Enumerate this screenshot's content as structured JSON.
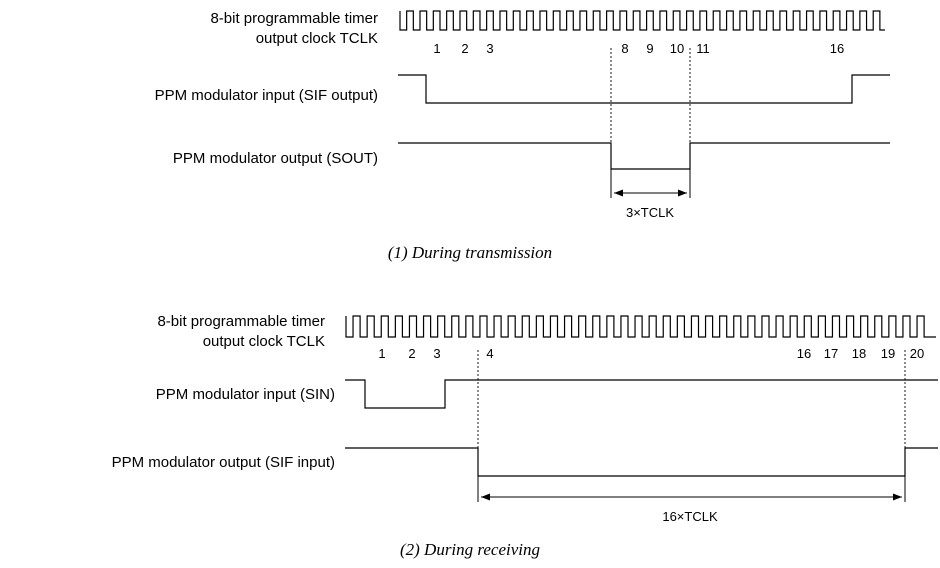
{
  "transmission": {
    "clock_label_1": "8-bit programmable timer",
    "clock_label_2": "output clock TCLK",
    "input_label": "PPM modulator input (SIF output)",
    "output_label": "PPM modulator output (SOUT)",
    "pulse_numbers": [
      "1",
      "2",
      "3",
      "8",
      "9",
      "10",
      "11",
      "16"
    ],
    "width_label": "3×TCLK",
    "caption": "(1) During transmission"
  },
  "receiving": {
    "clock_label_1": "8-bit programmable timer",
    "clock_label_2": "output clock TCLK",
    "input_label": "PPM modulator input (SIN)",
    "output_label": "PPM modulator output (SIF input)",
    "pulse_numbers": [
      "1",
      "2",
      "3",
      "4",
      "16",
      "17",
      "18",
      "19",
      "20"
    ],
    "width_label": "16×TCLK",
    "caption": "(2) During receiving"
  }
}
